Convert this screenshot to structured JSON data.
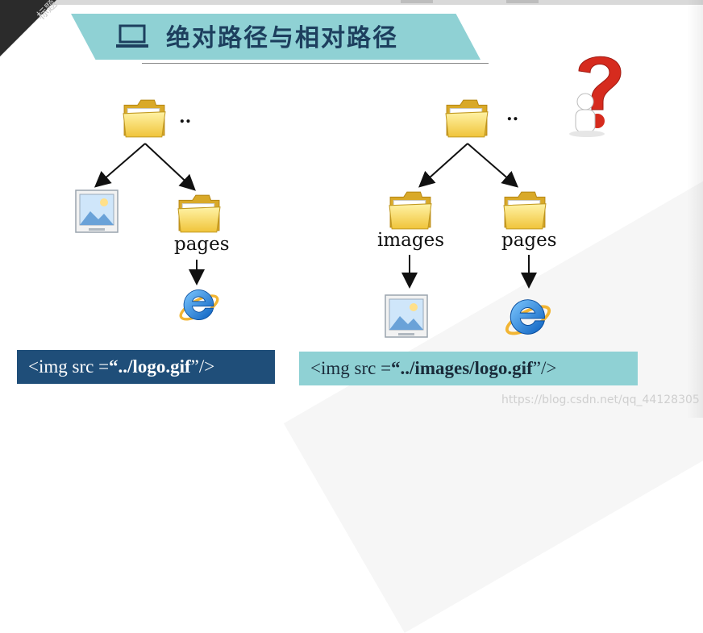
{
  "title": "绝对路径与相对路径",
  "corner_label": "标题",
  "left_tree": {
    "parent_dots": "..",
    "folder_label": "pages",
    "code": {
      "prefix": "<img src = ",
      "open_quote": "“",
      "path": "../logo.gif",
      "close_quote": "”",
      "suffix": " />"
    }
  },
  "right_tree": {
    "parent_dots": "..",
    "folder1_label": "images",
    "folder2_label": "pages",
    "code": {
      "prefix": "<img src = ",
      "open_quote": "“",
      "path": "../images/logo.gif",
      "close_quote": "”",
      "suffix": " />"
    }
  },
  "watermark": "https://blog.csdn.net/qq_44128305",
  "colors": {
    "banner": "#8fd1d4",
    "title_text": "#1d3f5e",
    "code_dark_bg": "#1f4e79",
    "code_light_bg": "#8fd1d4",
    "folder_yellow": "#f5d65a",
    "question_mark_red": "#d62b1e"
  },
  "icons": [
    "laptop-icon",
    "folder-icon",
    "image-file-icon",
    "internet-explorer-icon",
    "question-mark-figure"
  ]
}
